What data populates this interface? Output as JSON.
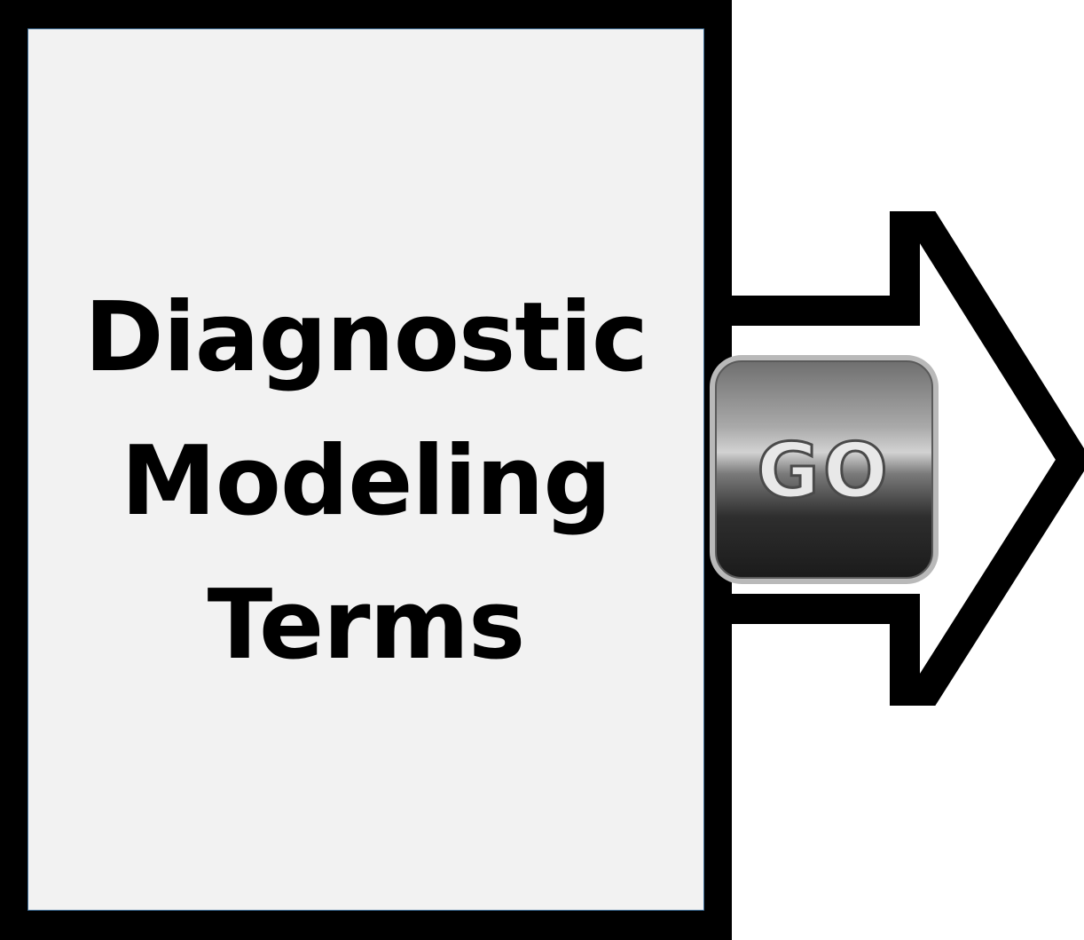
{
  "title_lines": [
    "Diagnostic",
    "Modeling",
    "Terms"
  ],
  "go_button": {
    "label": "GO"
  },
  "colors": {
    "frame": "#000000",
    "panel": "#f2f2f2",
    "panel_border": "#41719c",
    "text": "#000000"
  },
  "icons": {
    "arrow": "right-arrow-icon"
  }
}
